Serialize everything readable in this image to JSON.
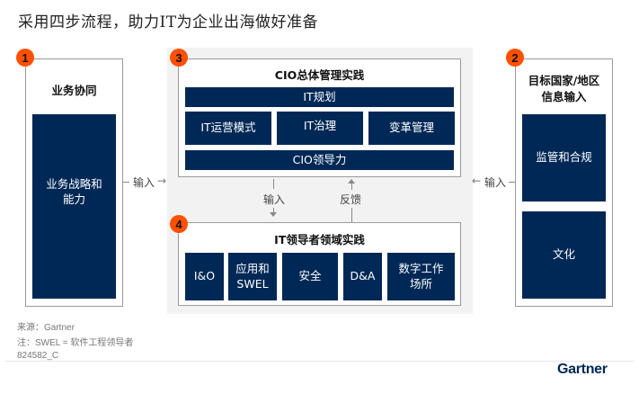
{
  "title": "采用四步流程，助力IT为企业出海做好准备",
  "step1": {
    "badge": "1",
    "header": "业务协同",
    "box": "业务战略和能力"
  },
  "step2": {
    "badge": "2",
    "header": "目标国家/地区信息输入",
    "boxes": [
      "监管和合规",
      "文化"
    ]
  },
  "step3": {
    "badge": "3",
    "header": "CIO总体管理实践",
    "top": "IT规划",
    "middle": [
      "IT运营模式",
      "IT治理",
      "变革管理"
    ],
    "bottom": "CIO领导力"
  },
  "step4": {
    "badge": "4",
    "header": "IT领导者领域实践",
    "boxes": [
      "I&O",
      "应用和SWEL",
      "安全",
      "D&A",
      "数字工作场所"
    ]
  },
  "arrows": {
    "left_input": "输入",
    "right_input": "输入",
    "down_input": "输入",
    "up_feedback": "反馈"
  },
  "footer": {
    "source": "来源：Gartner",
    "note": "注：SWEL = 软件工程领导者",
    "id": "824582_C"
  },
  "logo": "Gartner",
  "colors": {
    "navy": "#002856",
    "badge": "#fe5000",
    "panel_bg": "#f2f2f2"
  }
}
